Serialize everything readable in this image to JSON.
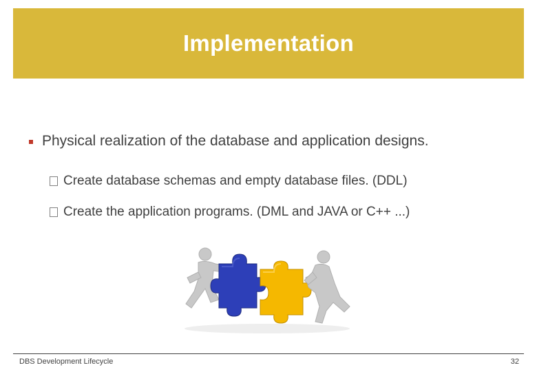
{
  "slide": {
    "title": "Implementation",
    "bullet_main": "Physical realization of the database and application designs.",
    "sub_bullets": [
      "Create database schemas and empty database files. (DDL)",
      "Create the application programs. (DML and JAVA or C++ ...)"
    ],
    "footer_left": "DBS Development Lifecycle",
    "page_number": "32"
  },
  "colors": {
    "title_bar": "#d9b83a",
    "puzzle_blue": "#2d3fb8",
    "puzzle_yellow": "#f5b800",
    "figure_gray": "#c8c8c8"
  },
  "illustration": {
    "icon": "puzzle-people-icon"
  }
}
